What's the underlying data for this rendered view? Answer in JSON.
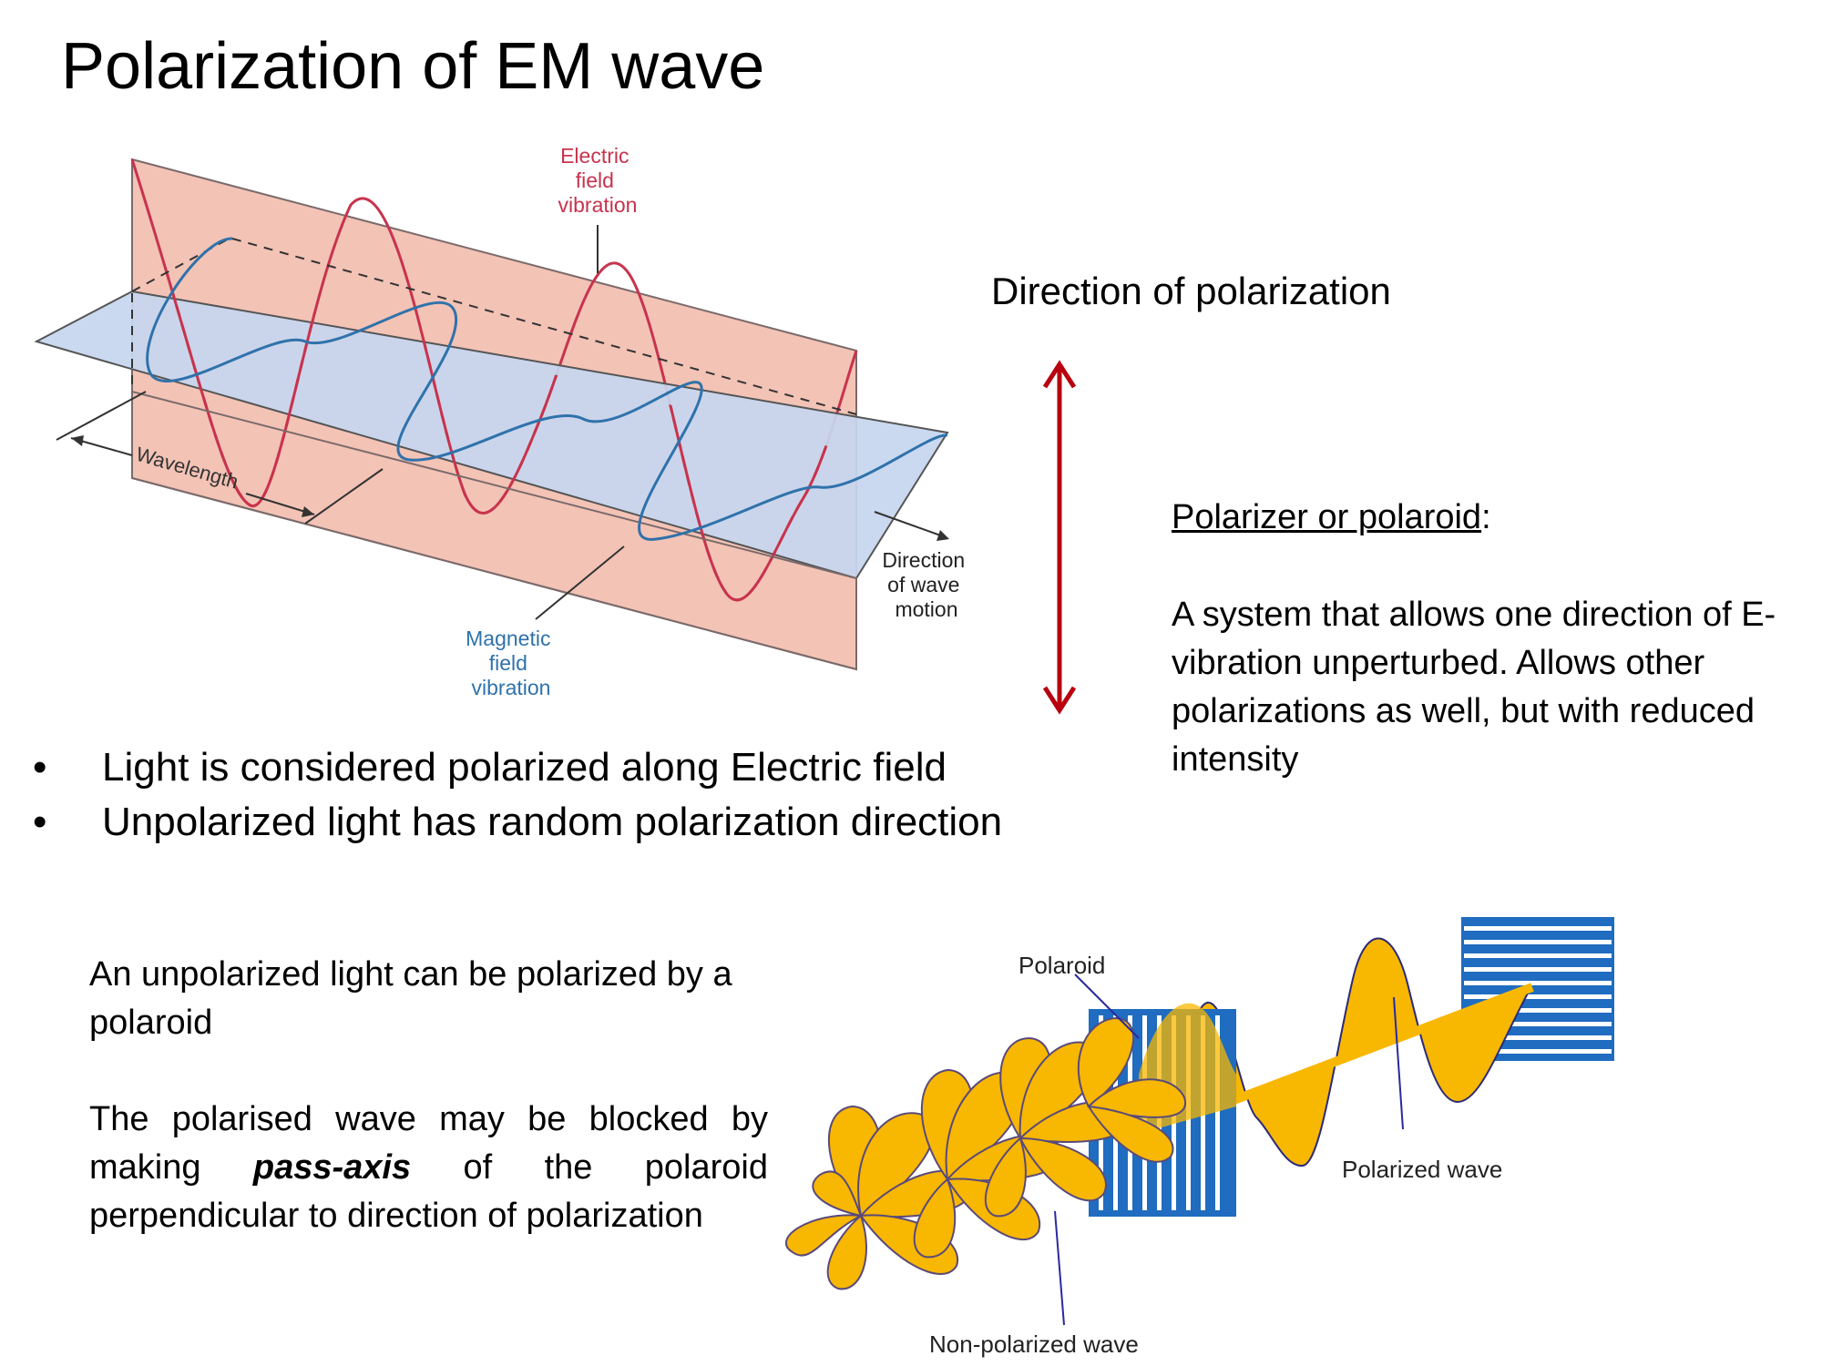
{
  "title": "Polarization of EM wave",
  "direction_of_polarization_label": "Direction of polarization",
  "em_diagram": {
    "electric_label": [
      "Electric",
      "field",
      "vibration"
    ],
    "magnetic_label": [
      "Magnetic",
      "field",
      "vibration"
    ],
    "wavelength_label": "Wavelength",
    "direction_label": [
      "Direction",
      "of wave",
      "motion"
    ],
    "colors": {
      "electric": "#c8334d",
      "magnetic": "#2f72ab",
      "e_plane": "#f3c3b6",
      "b_plane": "#c6d6ef"
    }
  },
  "polarizer": {
    "heading": "Polarizer or polaroid",
    "heading_suffix": ":",
    "description": "A system that allows one direction of E-vibration unperturbed. Allows other polarizations as well, but with reduced intensity"
  },
  "bullets": [
    "Light is considered polarized along Electric field",
    "Unpolarized light has random polarization direction"
  ],
  "bottom_text": {
    "para1": "An unpolarized light can be polarized by a polaroid",
    "para2_before": "The polarised wave may be blocked by making ",
    "para2_emphasis": "pass-axis",
    "para2_after": " of the polaroid perpendicular to direction of polarization"
  },
  "polaroid_diagram": {
    "polaroid_label": "Polaroid",
    "polarized_label": "Polarized wave",
    "nonpolarized_label": "Non-polarized wave",
    "colors": {
      "wave": "#f8b700",
      "filter": "#1f6cc0",
      "arrow": "#b8000f"
    }
  }
}
